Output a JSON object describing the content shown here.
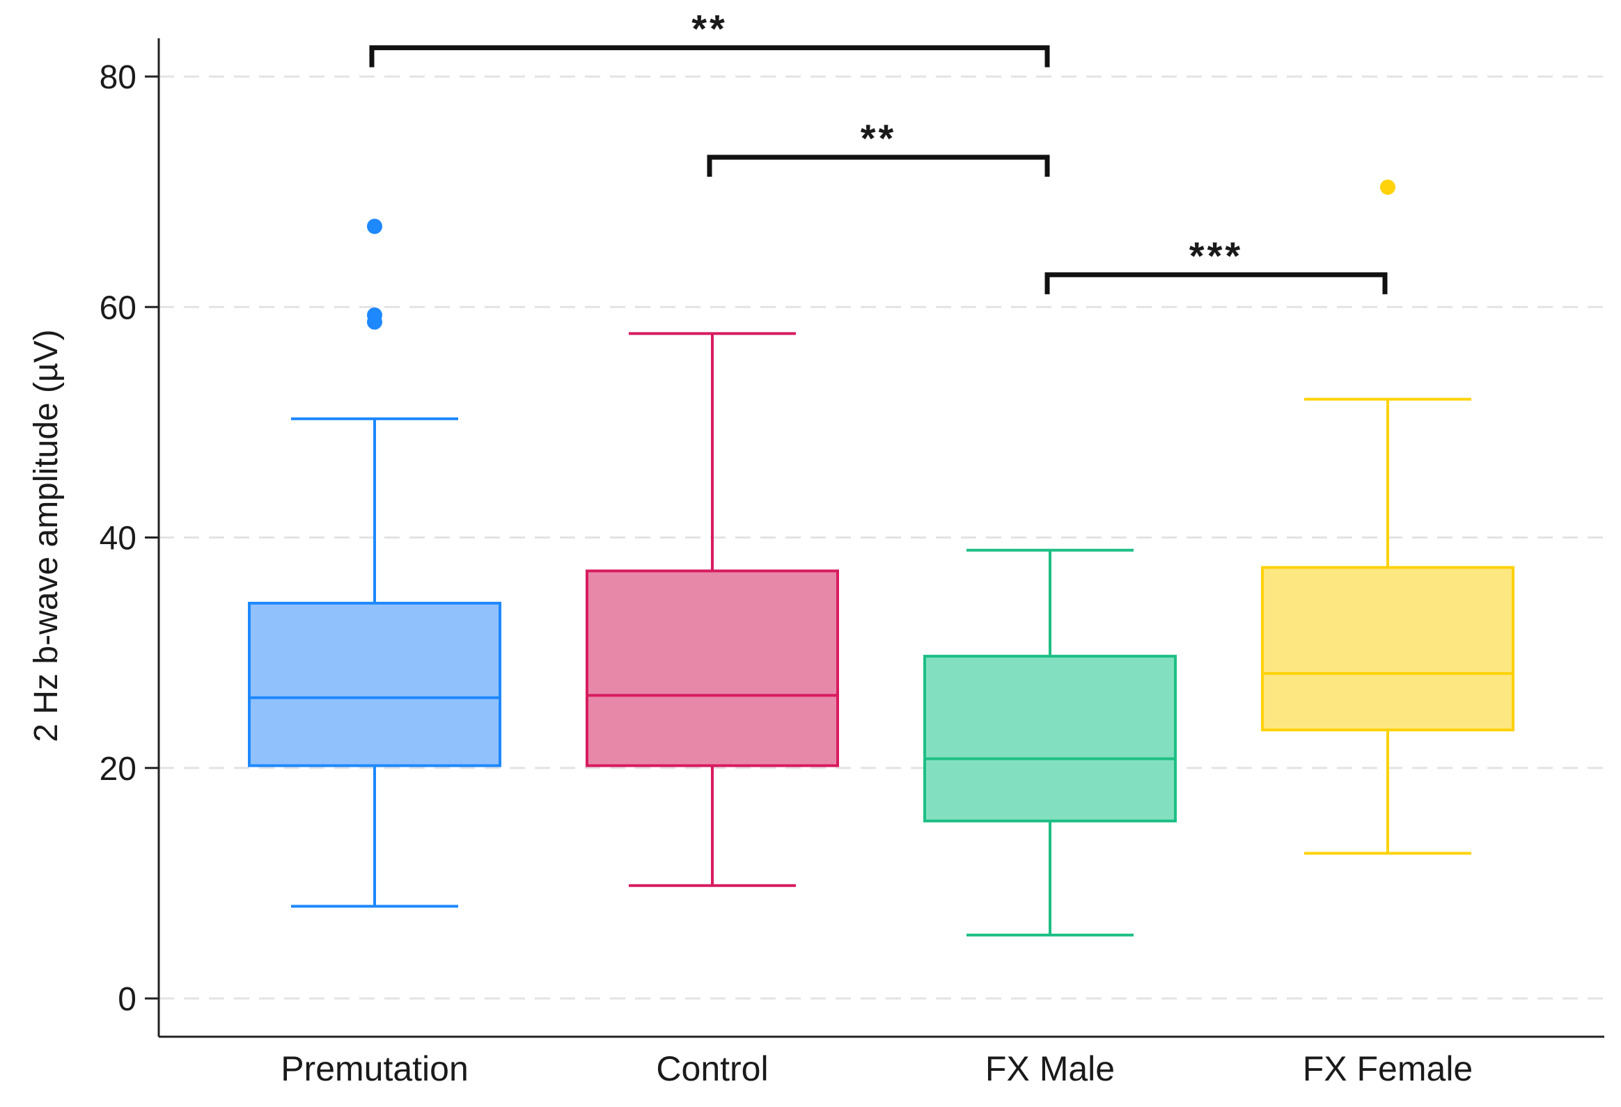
{
  "chart_data": {
    "type": "box",
    "title": "",
    "xlabel": "",
    "ylabel": "2 Hz b-wave amplitude (µV)",
    "ylim": [
      -3,
      83
    ],
    "yticks": [
      0,
      20,
      40,
      60,
      80
    ],
    "grid": "horizontal dashed",
    "legend": "none",
    "categories": [
      "Premutation",
      "Control",
      "FX Male",
      "FX Female"
    ],
    "boxes": [
      {
        "category": "Premutation",
        "whisker_low": 8,
        "q1": 20.2,
        "median": 26.1,
        "q3": 34.3,
        "whisker_high": 50.3,
        "outliers": [
          58.7,
          59.3,
          67
        ],
        "color": "#1e88ff",
        "fill": "#90c1fd"
      },
      {
        "category": "Control",
        "whisker_low": 9.8,
        "q1": 20.2,
        "median": 26.3,
        "q3": 37.1,
        "whisker_high": 57.7,
        "outliers": [],
        "color": "#d81b60",
        "fill": "#e888a8"
      },
      {
        "category": "FX Male",
        "whisker_low": 5.5,
        "q1": 15.4,
        "median": 20.8,
        "q3": 29.7,
        "whisker_high": 38.9,
        "outliers": [],
        "color": "#1dbf85",
        "fill": "#82e0c0"
      },
      {
        "category": "FX Female",
        "whisker_low": 12.6,
        "q1": 23.3,
        "median": 28.2,
        "q3": 37.4,
        "whisker_high": 52,
        "outliers": [
          70.4
        ],
        "color": "#ffd20a",
        "fill": "#fde780"
      }
    ],
    "significance": [
      {
        "from": "Premutation",
        "to": "FX Male",
        "y": 82.5,
        "label": "**"
      },
      {
        "from": "Control",
        "to": "FX Male",
        "y": 73,
        "label": "**"
      },
      {
        "from": "FX Male",
        "to": "FX Female",
        "y": 62.8,
        "label": "***"
      }
    ]
  }
}
